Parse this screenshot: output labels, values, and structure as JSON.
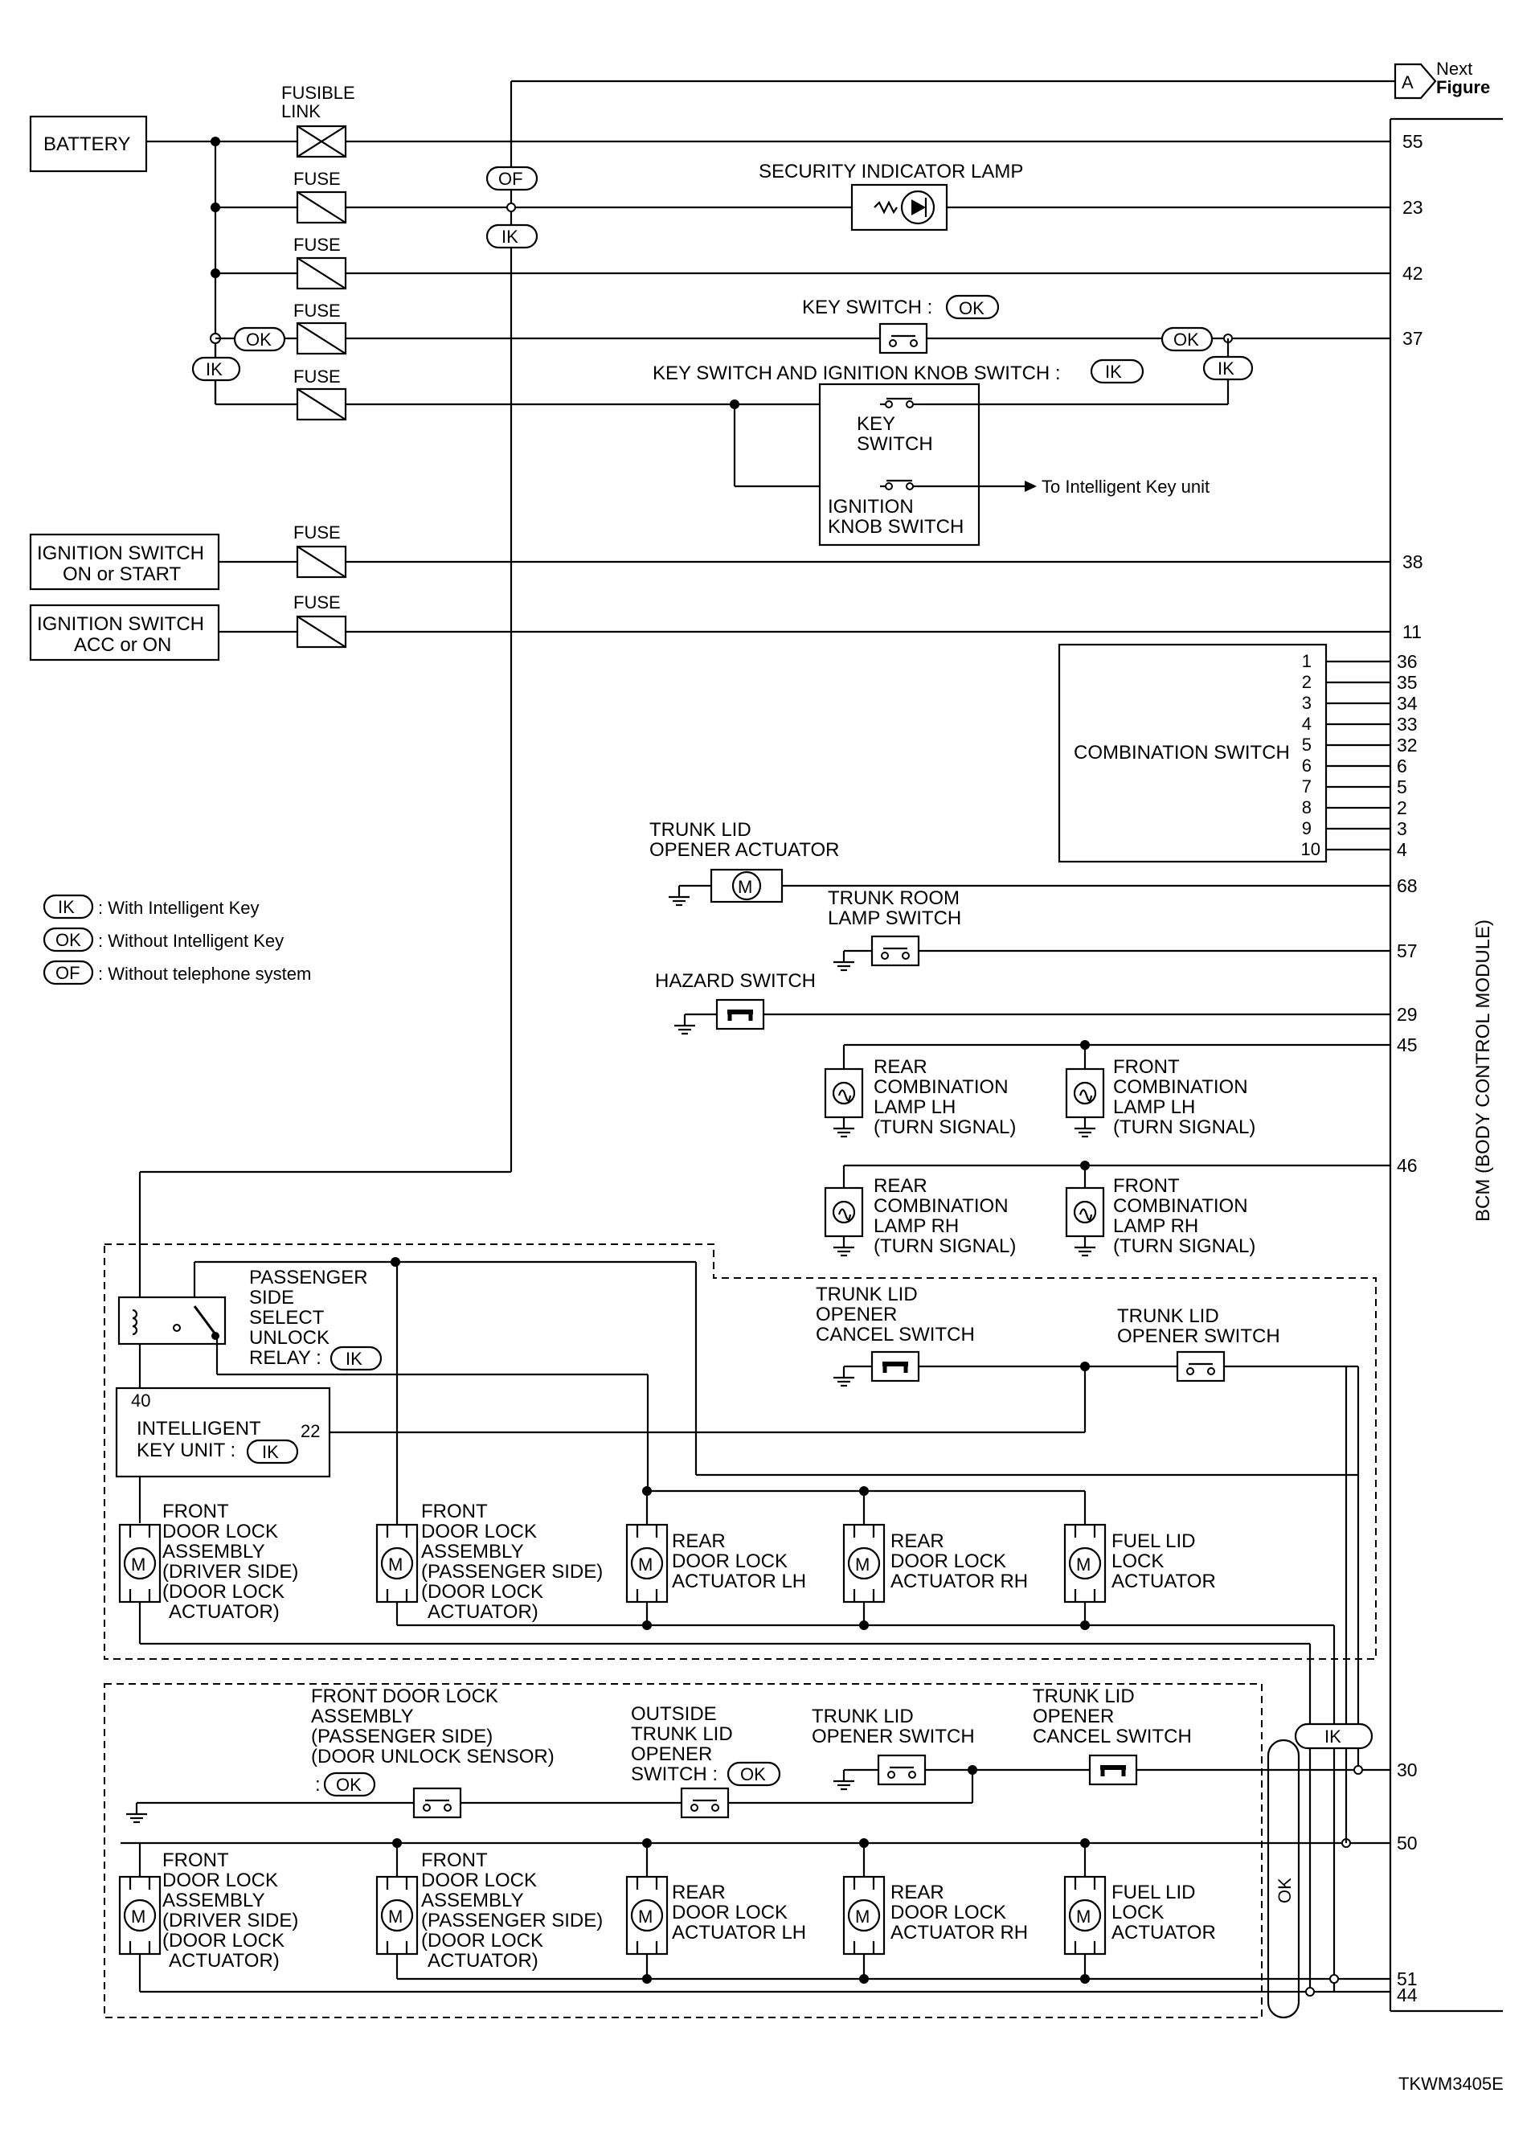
{
  "header": {
    "next_badge": "A",
    "next_line1": "Next",
    "next_line2": "Figure"
  },
  "sources": {
    "battery": "BATTERY",
    "ign_on_1": "IGNITION SWITCH",
    "ign_on_2": "ON or START",
    "ign_acc_1": "IGNITION SWITCH",
    "ign_acc_2": "ACC or ON"
  },
  "fuses": {
    "fusible_1": "FUSIBLE",
    "fusible_2": "LINK",
    "fuse": "FUSE"
  },
  "options": {
    "ik": "IK",
    "ok": "OK",
    "of": "OF"
  },
  "legend": [
    {
      "code": "IK",
      "text": ": With Intelligent Key"
    },
    {
      "code": "OK",
      "text": ": Without Intelligent Key"
    },
    {
      "code": "OF",
      "text": ": Without telephone system"
    }
  ],
  "components": {
    "security_lamp": "SECURITY INDICATOR LAMP",
    "key_switch": "KEY SWITCH :",
    "key_ign_switch": "KEY SWITCH AND IGNITION KNOB SWITCH :",
    "key_switch_1": "KEY",
    "key_switch_2": "SWITCH",
    "ign_knob_1": "IGNITION",
    "ign_knob_2": "KNOB SWITCH",
    "to_ik_unit": "To Intelligent Key unit",
    "combination_switch": "COMBINATION SWITCH",
    "trunk_actuator_1": "TRUNK LID",
    "trunk_actuator_2": "OPENER ACTUATOR",
    "trunk_room_1": "TRUNK ROOM",
    "trunk_room_2": "LAMP SWITCH",
    "hazard": "HAZARD SWITCH",
    "rear_lh": [
      "REAR",
      "COMBINATION",
      "LAMP LH",
      "(TURN SIGNAL)"
    ],
    "front_lh": [
      "FRONT",
      "COMBINATION",
      "LAMP LH",
      "(TURN SIGNAL)"
    ],
    "rear_rh": [
      "REAR",
      "COMBINATION",
      "LAMP RH",
      "(TURN SIGNAL)"
    ],
    "front_rh": [
      "FRONT",
      "COMBINATION",
      "LAMP RH",
      "(TURN SIGNAL)"
    ],
    "relay": [
      "PASSENGER",
      "SIDE",
      "SELECT",
      "UNLOCK",
      "RELAY :"
    ],
    "ik_unit_1": "INTELLIGENT",
    "ik_unit_2": "KEY UNIT :",
    "cancel_sw": [
      "TRUNK LID",
      "OPENER",
      "CANCEL SWITCH"
    ],
    "opener_sw": [
      "TRUNK LID",
      "OPENER SWITCH"
    ],
    "front_driver": [
      "FRONT",
      "DOOR LOCK",
      "ASSEMBLY",
      "(DRIVER SIDE)",
      "(DOOR LOCK",
      "ACTUATOR)"
    ],
    "front_pass": [
      "FRONT",
      "DOOR LOCK",
      "ASSEMBLY",
      "(PASSENGER SIDE)",
      "(DOOR LOCK",
      "ACTUATOR)"
    ],
    "rear_lh_act": [
      "REAR",
      "DOOR LOCK",
      "ACTUATOR LH"
    ],
    "rear_rh_act": [
      "REAR",
      "DOOR LOCK",
      "ACTUATOR RH"
    ],
    "fuel_lid": [
      "FUEL LID",
      "LOCK",
      "ACTUATOR"
    ],
    "unlock_sensor": [
      "FRONT DOOR LOCK",
      "ASSEMBLY",
      "(PASSENGER SIDE)",
      "(DOOR UNLOCK SENSOR)",
      ":"
    ],
    "outside_opener": [
      "OUTSIDE",
      "TRUNK LID",
      "OPENER",
      "SWITCH :"
    ],
    "opener_sw_ok": [
      "TRUNK LID",
      "OPENER SWITCH"
    ],
    "cancel_sw_ok": [
      "TRUNK LID",
      "OPENER",
      "CANCEL SWITCH"
    ],
    "bcm": "BCM (BODY CONTROL MODULE)",
    "motor": "M"
  },
  "pins": {
    "bcm": [
      "55",
      "23",
      "42",
      "37",
      "38",
      "11",
      "36",
      "35",
      "34",
      "33",
      "32",
      "6",
      "5",
      "2",
      "3",
      "4",
      "68",
      "57",
      "29",
      "45",
      "46",
      "30",
      "50",
      "51",
      "44"
    ],
    "combination": [
      "1",
      "2",
      "3",
      "4",
      "5",
      "6",
      "7",
      "8",
      "9",
      "10"
    ],
    "ik_unit": [
      "40",
      "22"
    ]
  },
  "footer": {
    "code": "TKWM3405E"
  }
}
